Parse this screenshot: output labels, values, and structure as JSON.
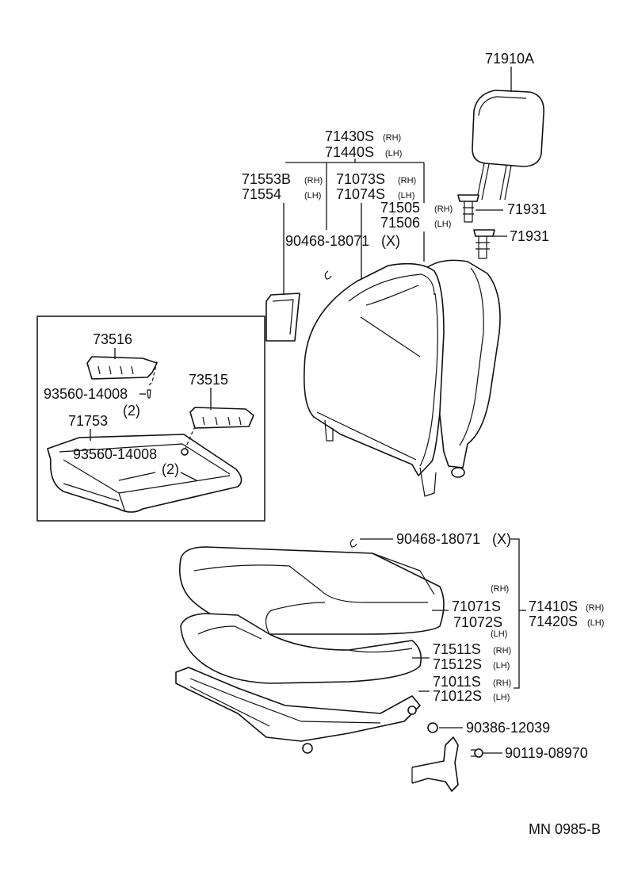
{
  "diagram_id": "MN 0985-B",
  "parts": {
    "headrest": "71910A",
    "seatback_assy_rh": "71430S",
    "seatback_assy_lh": "71440S",
    "rh": "(RH)",
    "lh": "(LH)",
    "x": "(X)",
    "qty2": "(2)",
    "recliner_cover_rh": "71553B",
    "recliner_cover_lh": "71554",
    "back_cover_rh": "71073S",
    "back_cover_lh": "71074S",
    "back_pad_rh": "71505",
    "back_pad_lh": "71506",
    "support_upper": "71931",
    "support_lower": "71931",
    "hog_ring_upper": "90468-18071",
    "hog_ring_lower": "90468-18071",
    "shield": "71753",
    "bracket_upper": "73516",
    "bracket_lower": "73515",
    "screw_upper": "93560-14008",
    "screw_lower": "93560-14008",
    "cushion_assy_rh": "71410S",
    "cushion_assy_lh": "71420S",
    "cushion_cover_rh": "71071S",
    "cushion_cover_lh": "71072S",
    "cushion_pad_rh": "71511S",
    "cushion_pad_lh": "71512S",
    "cushion_frame_rh": "71011S",
    "cushion_frame_lh": "71012S",
    "nut": "90386-12039",
    "bolt": "90119-08970"
  }
}
